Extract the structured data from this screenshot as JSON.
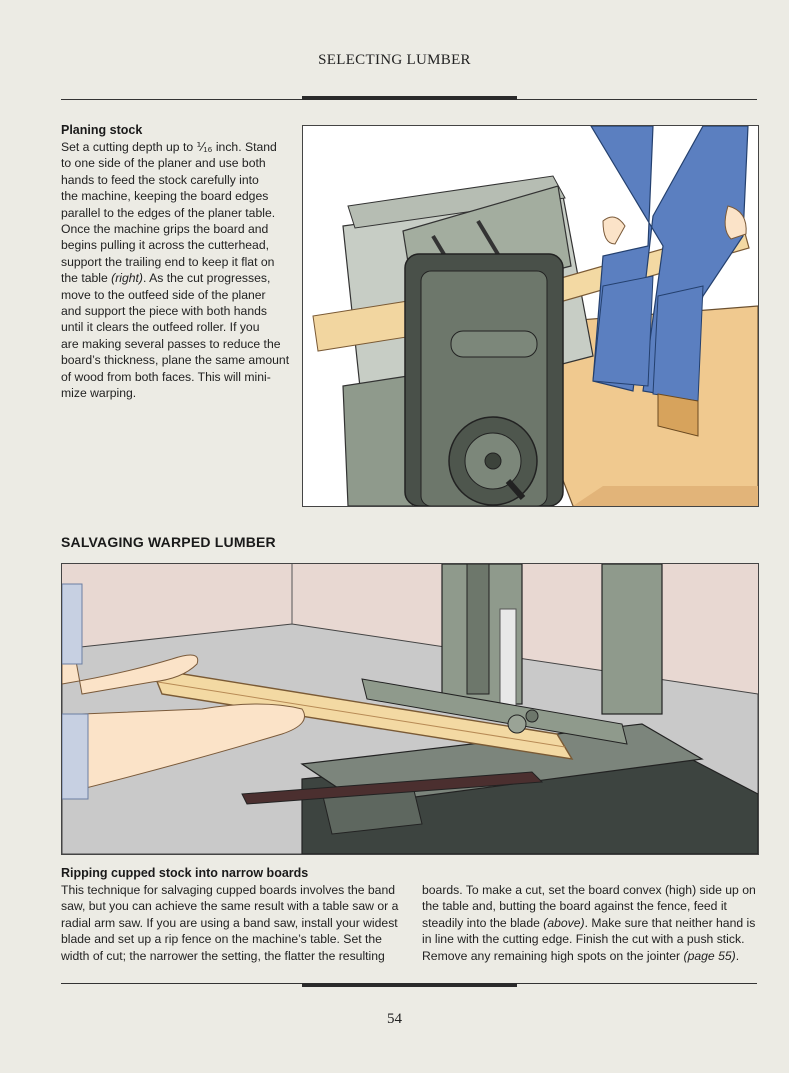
{
  "running_head": "SELECTING LUMBER",
  "planing": {
    "heading": "Planing stock",
    "lines": [
      [
        "Set a cutting depth up to ⅟₁₆ inch. Stand"
      ],
      [
        "to one side of the planer and use both"
      ],
      [
        "hands to feed the stock carefully into"
      ],
      [
        "the machine, keeping the board edges"
      ],
      [
        "parallel to the edges of the planer table."
      ],
      [
        "Once the machine grips the board and"
      ],
      [
        "begins pulling it across the cutterhead,"
      ],
      [
        "support the trailing end to keep it flat on"
      ],
      [
        "the table ",
        "(right)",
        ". As the cut progresses,"
      ],
      [
        "move to the outfeed side of the planer"
      ],
      [
        "and support the piece with both hands"
      ],
      [
        "until it clears the outfeed roller. If you"
      ],
      [
        "are making several passes to reduce the"
      ],
      [
        "board’s thickness, plane the same amount"
      ],
      [
        "of wood from both faces. This will mini-"
      ],
      [
        "mize warping."
      ]
    ]
  },
  "section_title": "SALVAGING WARPED LUMBER",
  "ripping": {
    "heading": "Ripping cupped stock into narrow boards",
    "col1": [
      [
        "This technique for salvaging cupped boards involves the band"
      ],
      [
        "saw, but you can achieve the same result with a table saw or a"
      ],
      [
        "radial arm saw. If you are using a band saw, install your widest"
      ],
      [
        "blade and set up a rip fence on the machine’s table. Set the"
      ],
      [
        "width of cut; the narrower the setting, the flatter the resulting"
      ]
    ],
    "col2": [
      [
        "boards. To make a cut, set the board convex (high) side up on"
      ],
      [
        "the table and, butting the board against the fence, feed it"
      ],
      [
        "steadily into the blade ",
        "(above)",
        ". Make sure that neither hand is"
      ],
      [
        "in line with the cutting edge. Finish the cut with a push stick."
      ],
      [
        "Remove any remaining high spots on the jointer ",
        "(page 55)",
        "."
      ]
    ]
  },
  "page_number": "54",
  "colors": {
    "page": "#ecebe4",
    "wood": "#f3d9a3",
    "machine_green": "#8f9a8c",
    "denim": "#5b7fc0",
    "wall": "#e8d8d2",
    "floor": "#c8c8c8"
  }
}
